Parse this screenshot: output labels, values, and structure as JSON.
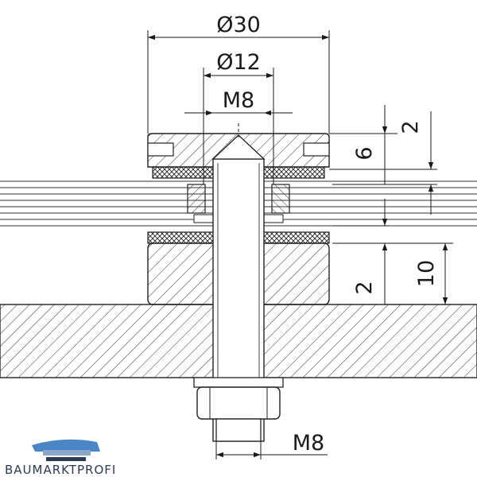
{
  "drawing": {
    "dimensions": {
      "outer_diameter": "Ø30",
      "inner_diameter": "Ø12",
      "thread_top": "M8",
      "thread_bottom": "M8",
      "right_top_2": "2",
      "right_6": "6",
      "right_10": "10",
      "right_bottom_2": "2"
    }
  },
  "brand": {
    "name": "BAUMARKTPROFI",
    "colors": {
      "primary": "#4a86c5",
      "dark": "#2b3a55"
    }
  },
  "colors": {
    "line": "#1a1a1a",
    "hatch": "#333333",
    "background": "#ffffff"
  }
}
